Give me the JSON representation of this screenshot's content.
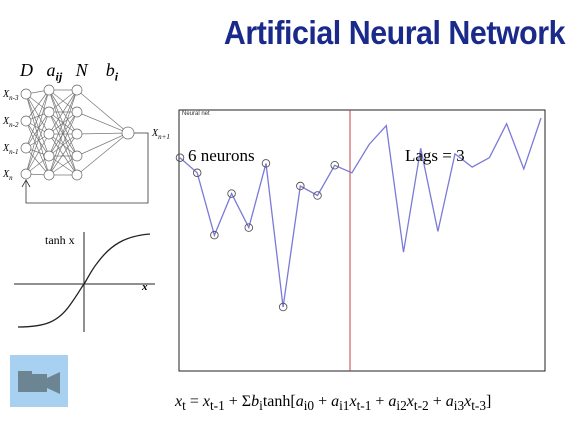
{
  "slide": {
    "title": "Artificial Neural Network"
  },
  "network": {
    "param_labels": [
      "D",
      "a",
      "N",
      "b"
    ],
    "param_subscripts": [
      "",
      "ij",
      "",
      "i"
    ],
    "inputs": [
      "X",
      "X",
      "X",
      "X"
    ],
    "input_subscripts": [
      "n-3",
      "n-2",
      "n-1",
      "n"
    ],
    "output": "X",
    "output_subscript": "n+1"
  },
  "activation": {
    "label": "tanh x",
    "axis_label": "x"
  },
  "plot": {
    "header": "Neural net",
    "left_annotation": "6 neurons",
    "right_annotation": "Lags = 3",
    "line_color": "#7a7ad8",
    "divider_color": "#c04040",
    "points": [
      {
        "t": 0,
        "v": 0.79
      },
      {
        "t": 1,
        "v": 0.71
      },
      {
        "t": 2,
        "v": 0.38
      },
      {
        "t": 3,
        "v": 0.6
      },
      {
        "t": 4,
        "v": 0.42
      },
      {
        "t": 5,
        "v": 0.76
      },
      {
        "t": 6,
        "v": 0.0
      },
      {
        "t": 7,
        "v": 0.64
      },
      {
        "t": 8,
        "v": 0.59
      },
      {
        "t": 9,
        "v": 0.75
      },
      {
        "t": 10,
        "v": 0.71
      },
      {
        "t": 11,
        "v": 0.86
      },
      {
        "t": 12,
        "v": 0.96
      },
      {
        "t": 13,
        "v": 0.29
      },
      {
        "t": 14,
        "v": 0.84
      },
      {
        "t": 15,
        "v": 0.4
      },
      {
        "t": 16,
        "v": 0.81
      },
      {
        "t": 17,
        "v": 0.74
      },
      {
        "t": 18,
        "v": 0.79
      },
      {
        "t": 19,
        "v": 0.97
      },
      {
        "t": 20,
        "v": 0.73
      },
      {
        "t": 21,
        "v": 1.0
      }
    ],
    "marked_count": 10
  },
  "equation": {
    "text": "x_t = x_t-1 + Σb_i tanh[a_i0 + a_i1 x_t-1 + a_i2 x_t-2 + a_i3 x_t-3]"
  },
  "camera_icon": "video-camera-icon"
}
